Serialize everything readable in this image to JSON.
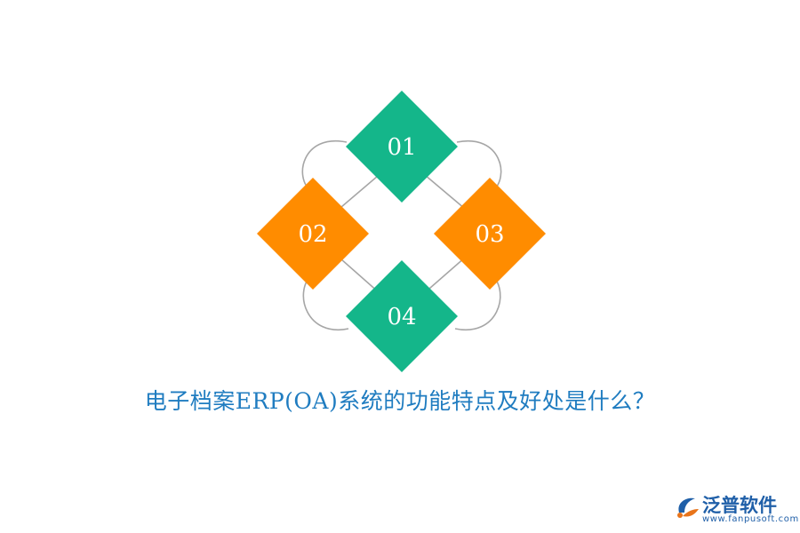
{
  "diagram": {
    "nodes": [
      {
        "label": "01",
        "color": "#14b68a"
      },
      {
        "label": "02",
        "color": "#ff8c00"
      },
      {
        "label": "03",
        "color": "#ff8c00"
      },
      {
        "label": "04",
        "color": "#14b68a"
      }
    ],
    "connector_color": "#a6a6a6"
  },
  "title": "电子档案ERP(OA)系统的功能特点及好处是什么？",
  "logo": {
    "name": "泛普软件",
    "url": "www.fanpusoft.com",
    "color": "#1f5fa8"
  }
}
